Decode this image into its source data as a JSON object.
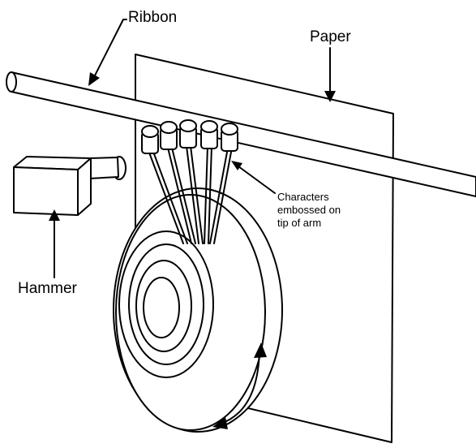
{
  "labels": {
    "ribbon": "Ribbon",
    "paper": "Paper",
    "hammer": "Hammer",
    "characters": "Characters embossed on tip of arm"
  }
}
